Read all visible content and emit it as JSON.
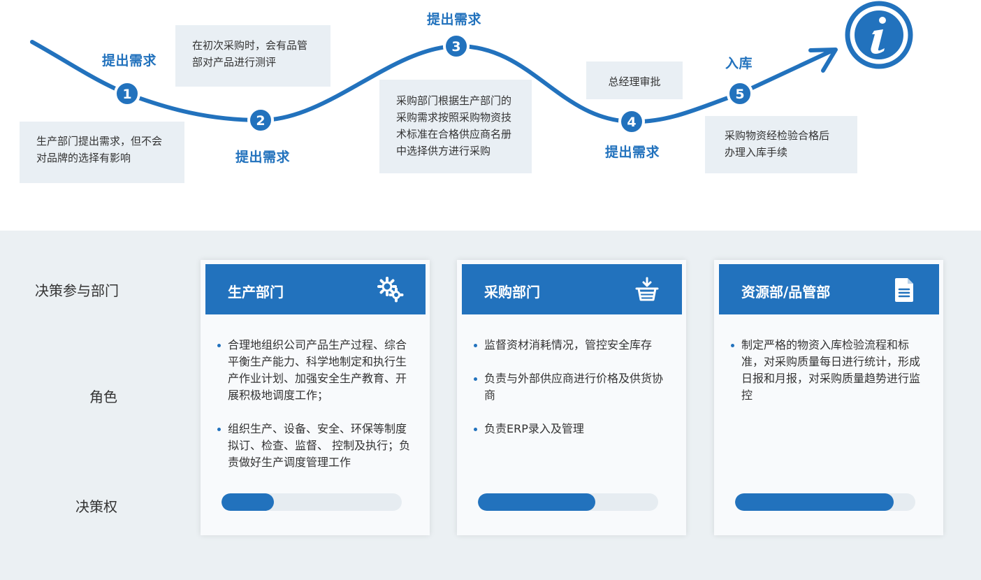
{
  "process": {
    "steps": [
      {
        "num": "1",
        "title": "提出需求"
      },
      {
        "num": "2",
        "title": "提出需求"
      },
      {
        "num": "3",
        "title": "提出需求"
      },
      {
        "num": "4",
        "title": "提出需求"
      },
      {
        "num": "5",
        "title": "入库"
      }
    ],
    "notes": [
      {
        "lines": [
          "生产部门提出需求，但不会",
          "对品牌的选择有影响"
        ]
      },
      {
        "lines": [
          "在初次采购时，会有品管",
          "部对产品进行测评"
        ]
      },
      {
        "lines": [
          "采购部门根据生产部门的",
          "采购需求按照采购物资技",
          "术标准在合格供应商名册",
          "中选择供方进行采购"
        ]
      },
      {
        "lines": [
          "总经理审批"
        ]
      },
      {
        "lines": [
          "采购物资经检验合格后",
          "办理入库手续"
        ]
      }
    ],
    "end_icon": "info-icon"
  },
  "row_labels": {
    "departments": "决策参与部门",
    "role": "角色",
    "authority": "决策权"
  },
  "cards": [
    {
      "title": "生产部门",
      "icon": "gears-icon",
      "bullets": [
        "合理地组织公司产品生产过程、综合平衡生产能力、科学地制定和执行生产作业计划、加强安全生产教育、开展积极地调度工作；",
        "组织生产、设备、安全、环保等制度拟订、检查、监督、 控制及执行；负责做好生产调度管理工作"
      ],
      "authority": 0.29
    },
    {
      "title": "采购部门",
      "icon": "basket-icon",
      "bullets": [
        "监督资材消耗情况，管控安全库存",
        "负责与外部供应商进行价格及供货协商",
        "负责ERP录入及管理"
      ],
      "authority": 0.65
    },
    {
      "title": "资源部/品管部",
      "icon": "document-icon",
      "bullets": [
        "制定严格的物资入库检验流程和标准，对采购质量每日进行统计，形成日报和月报，对采购质量趋势进行监控"
      ],
      "authority": 0.88
    }
  ],
  "colors": {
    "accent": "#2272bd",
    "panel": "#ebf0f3",
    "note_bg": "#e9eff4"
  }
}
